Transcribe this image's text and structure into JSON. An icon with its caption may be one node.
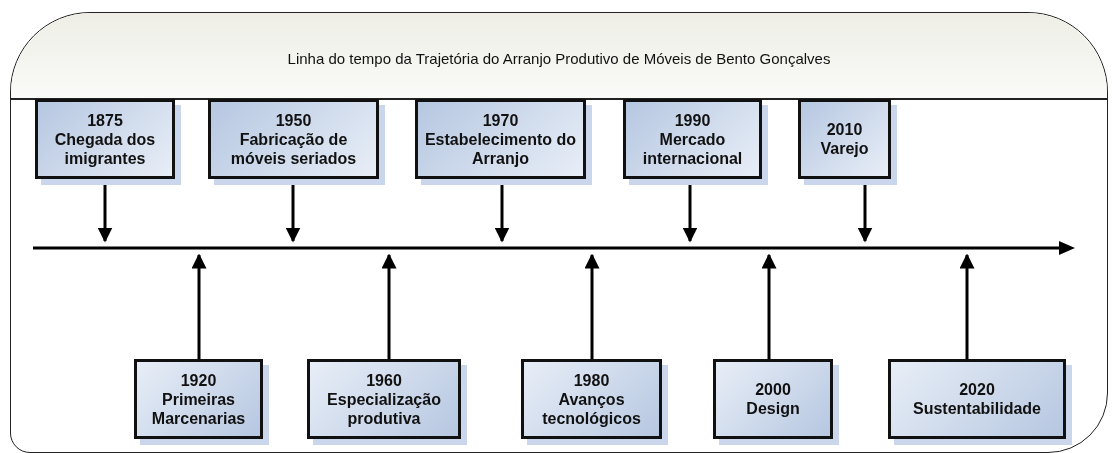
{
  "diagram": {
    "nodes": [
      {
        "text": [
          "Linha do tempo da Trajetória do Arranjo Produtivo de Móveis de Bento Gonçalves"
        ]
      },
      {
        "text": [
          "1875",
          "Chegada dos imigrantes"
        ],
        "in": 0
      },
      {
        "text": [
          "1950",
          "Fabricação de móveis seriados"
        ],
        "in": 0
      },
      {
        "text": [
          "1970",
          "Estabelecimento do Arranjo"
        ],
        "in": 0
      },
      {
        "text": [
          "1990",
          "Mercado internacional"
        ],
        "in": 0
      },
      {
        "text": [
          "2010",
          "Varejo"
        ],
        "in": 0
      },
      {
        "text": [],
        "shape": "arrow",
        "in": 0
      },
      {
        "text": [
          "1920",
          "Primeiras Marcenarias"
        ],
        "in": 0
      },
      {
        "text": [
          "1960",
          "Especialização produtiva"
        ],
        "in": 0
      },
      {
        "text": [
          "1980",
          "Avanços tecnológicos"
        ],
        "in": 0
      },
      {
        "text": [
          "2000",
          "Design"
        ],
        "in": 0
      },
      {
        "text": [
          "2020",
          "Sustentabilidade"
        ],
        "in": 0
      }
    ],
    "edges": [
      {
        "from": 1,
        "to": 6,
        "arrow": "to"
      },
      {
        "from": 2,
        "to": 6,
        "arrow": "to"
      },
      {
        "from": 3,
        "to": 6,
        "arrow": "to"
      },
      {
        "from": 4,
        "to": 6,
        "arrow": "to"
      },
      {
        "from": 5,
        "to": 6,
        "arrow": "to"
      },
      {
        "from": 7,
        "to": 6,
        "arrow": "to"
      },
      {
        "from": 8,
        "to": 6,
        "arrow": "to"
      },
      {
        "from": 9,
        "to": 6,
        "arrow": "to"
      },
      {
        "from": 10,
        "to": 6,
        "arrow": "to"
      },
      {
        "from": 11,
        "to": 6,
        "arrow": "to"
      }
    ]
  }
}
